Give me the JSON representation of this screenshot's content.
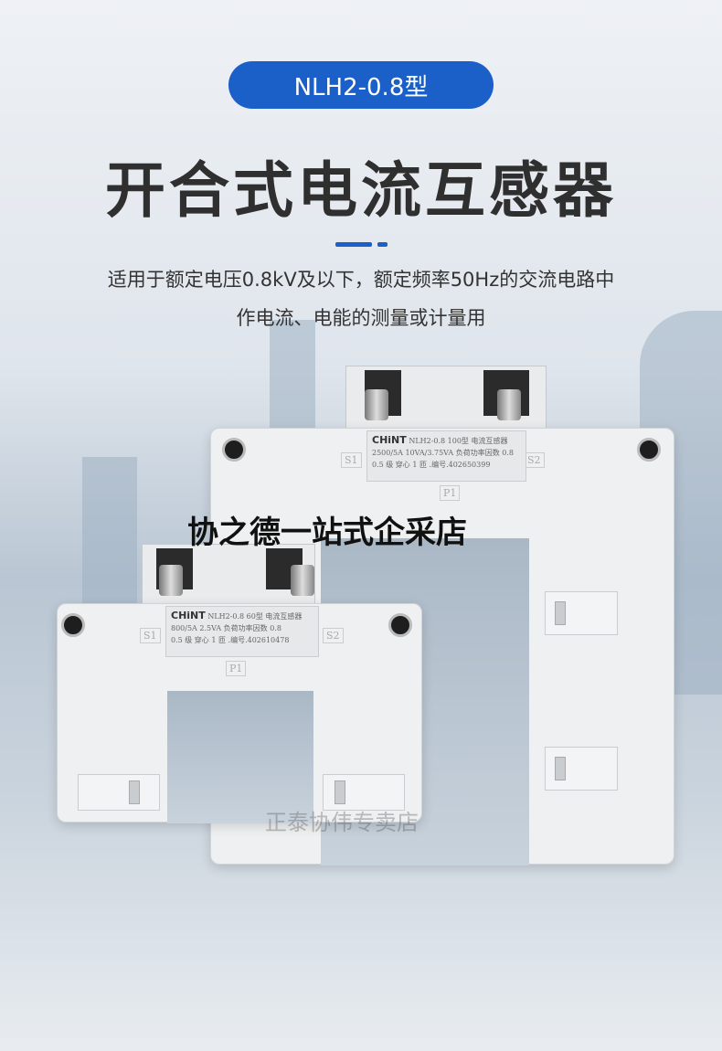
{
  "header": {
    "model_badge": "NLH2-0.8型",
    "title": "开合式电流互感器",
    "description_line1": "适用于额定电压0.8kV及以下，额定频率50Hz的交流电路中",
    "description_line2": "作电流、电能的测量或计量用"
  },
  "products": [
    {
      "brand": "CHiNT",
      "model": "NLH2-0.8 100型 电流互感器",
      "spec": "2500/5A  10VA/3.75VA  负荷功率因数 0.8",
      "accuracy": "0.5 级  穿心 1 匝  .编号.402650399",
      "terminals": [
        "S1",
        "S2",
        "P1"
      ]
    },
    {
      "brand": "CHiNT",
      "model": "NLH2-0.8 60型 电流互感器",
      "spec": "800/5A  2.5VA  负荷功率因数 0.8",
      "accuracy": "0.5 级  穿心 1 匝  .编号.402610478",
      "terminals": [
        "S1",
        "S2",
        "P1"
      ]
    }
  ],
  "watermarks": {
    "main": "协之德一站式企采店",
    "faint": "正泰协伟专卖店"
  },
  "colors": {
    "accent": "#1b5fc8",
    "title": "#2f2f2f"
  }
}
